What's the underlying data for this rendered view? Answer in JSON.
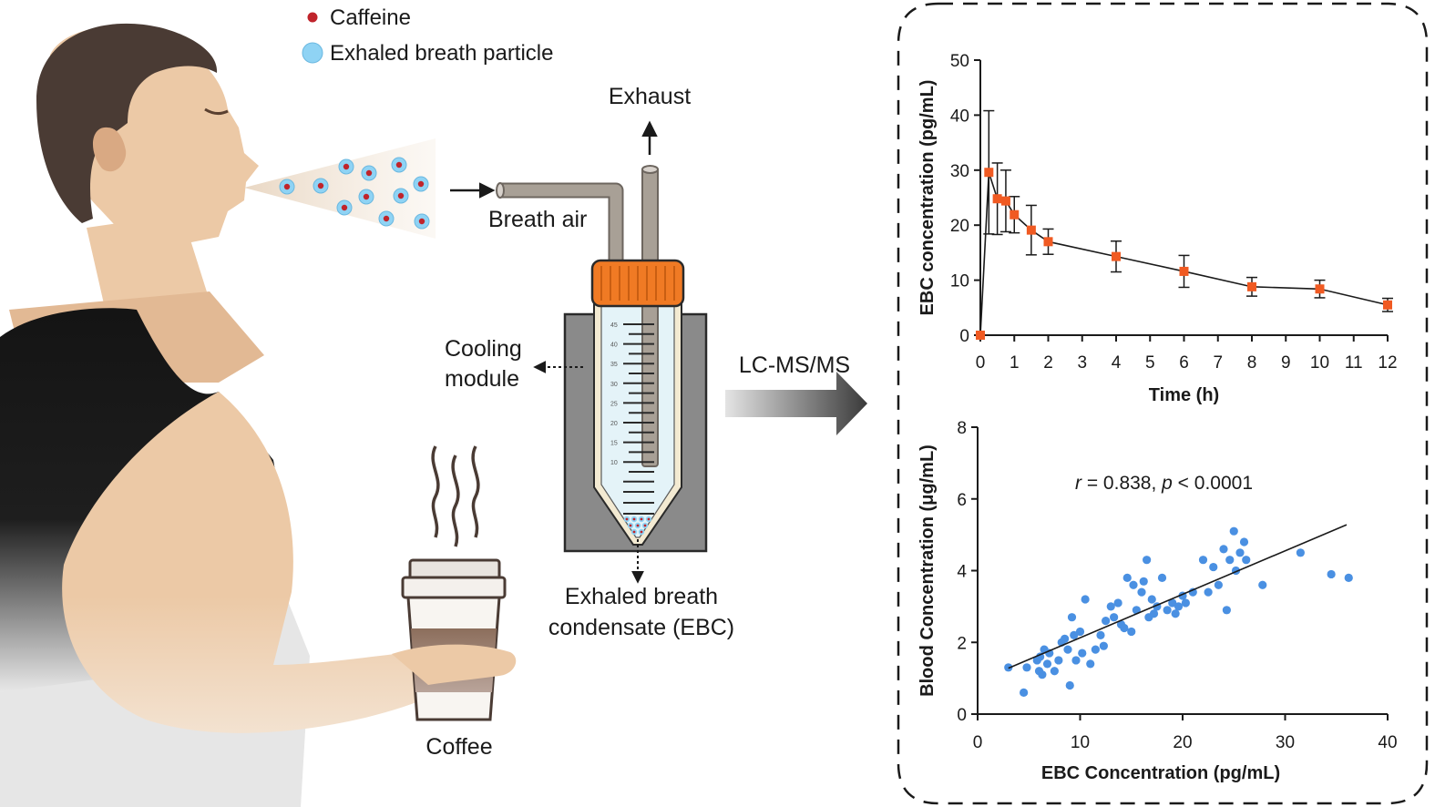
{
  "legend": {
    "caffeine": "Caffeine",
    "particle": "Exhaled breath particle",
    "caffeine_color": "#c0242b",
    "particle_color": "#8fd3f4"
  },
  "labels": {
    "exhaust": "Exhaust",
    "breath_air": "Breath air",
    "cooling_module": [
      "Cooling",
      "module"
    ],
    "ebc": [
      "Exhaled breath",
      "condensate (EBC)"
    ],
    "coffee": "Coffee",
    "lcms": "LC-MS/MS"
  },
  "tube_scale": [
    "45",
    "40",
    "35",
    "30",
    "25",
    "20",
    "15",
    "10"
  ],
  "colors": {
    "cap": "#f07a24",
    "cooler": "#8a8a8a",
    "tubing": "#a8a096",
    "skin": "#ecc9a6",
    "hair": "#4a3b34",
    "shirt": "#1a1a1a"
  },
  "chart_data": [
    {
      "type": "line",
      "xlabel": "Time (h)",
      "ylabel": "EBC concentration (pg/mL)",
      "xlim": [
        0,
        12
      ],
      "ylim": [
        0,
        50
      ],
      "xticks": [
        0,
        1,
        2,
        3,
        4,
        5,
        6,
        7,
        8,
        9,
        10,
        11,
        12
      ],
      "yticks": [
        0,
        10,
        20,
        30,
        40,
        50
      ],
      "grid": false,
      "color": "#f05a22",
      "x": [
        0,
        0.25,
        0.5,
        0.75,
        1,
        1.5,
        2,
        4,
        6,
        8,
        10,
        12
      ],
      "y": [
        0,
        29.6,
        24.8,
        24.4,
        21.9,
        19.1,
        17.0,
        14.3,
        11.6,
        8.8,
        8.4,
        5.5
      ],
      "error": [
        0,
        11.2,
        6.5,
        5.6,
        3.3,
        4.5,
        2.3,
        2.8,
        2.9,
        1.7,
        1.6,
        1.2
      ]
    },
    {
      "type": "scatter",
      "xlabel": "EBC Concentration (pg/mL)",
      "ylabel": "Blood Concentration (μg/mL)",
      "xlim": [
        0,
        40
      ],
      "ylim": [
        0,
        8
      ],
      "xticks": [
        0,
        10,
        20,
        30,
        40
      ],
      "yticks": [
        0,
        2,
        4,
        6,
        8
      ],
      "grid": false,
      "color": "#4a90e2",
      "annotation": {
        "r_sym": "r",
        "r_val": " = 0.838, ",
        "p_sym": "p",
        "p_val": " < 0.0001"
      },
      "fit": {
        "x": [
          3,
          36
        ],
        "y": [
          1.28,
          5.28
        ]
      },
      "points": [
        [
          3.0,
          1.3
        ],
        [
          4.5,
          0.6
        ],
        [
          4.8,
          1.3
        ],
        [
          5.8,
          1.5
        ],
        [
          6.0,
          1.2
        ],
        [
          6.1,
          1.6
        ],
        [
          6.3,
          1.1
        ],
        [
          6.5,
          1.8
        ],
        [
          6.8,
          1.4
        ],
        [
          7.0,
          1.7
        ],
        [
          7.5,
          1.2
        ],
        [
          7.9,
          1.5
        ],
        [
          8.2,
          2.0
        ],
        [
          8.5,
          2.1
        ],
        [
          8.8,
          1.8
        ],
        [
          9.0,
          0.8
        ],
        [
          9.2,
          2.7
        ],
        [
          9.4,
          2.2
        ],
        [
          9.6,
          1.5
        ],
        [
          10.0,
          2.3
        ],
        [
          10.2,
          1.7
        ],
        [
          10.5,
          3.2
        ],
        [
          11.0,
          1.4
        ],
        [
          11.5,
          1.8
        ],
        [
          12.0,
          2.2
        ],
        [
          12.3,
          1.9
        ],
        [
          12.5,
          2.6
        ],
        [
          13.0,
          3.0
        ],
        [
          13.3,
          2.7
        ],
        [
          13.7,
          3.1
        ],
        [
          14.0,
          2.5
        ],
        [
          14.3,
          2.4
        ],
        [
          14.6,
          3.8
        ],
        [
          15.0,
          2.3
        ],
        [
          15.2,
          3.6
        ],
        [
          15.5,
          2.9
        ],
        [
          16.0,
          3.4
        ],
        [
          16.2,
          3.7
        ],
        [
          16.5,
          4.3
        ],
        [
          16.7,
          2.7
        ],
        [
          17.0,
          3.2
        ],
        [
          17.2,
          2.8
        ],
        [
          17.5,
          3.0
        ],
        [
          18.0,
          3.8
        ],
        [
          18.5,
          2.9
        ],
        [
          19.0,
          3.1
        ],
        [
          19.3,
          2.8
        ],
        [
          19.6,
          3.0
        ],
        [
          20.0,
          3.3
        ],
        [
          20.3,
          3.1
        ],
        [
          21.0,
          3.4
        ],
        [
          22.0,
          4.3
        ],
        [
          22.5,
          3.4
        ],
        [
          23.0,
          4.1
        ],
        [
          23.5,
          3.6
        ],
        [
          24.0,
          4.6
        ],
        [
          24.3,
          2.9
        ],
        [
          24.6,
          4.3
        ],
        [
          25.0,
          5.1
        ],
        [
          25.2,
          4.0
        ],
        [
          25.6,
          4.5
        ],
        [
          26.0,
          4.8
        ],
        [
          26.2,
          4.3
        ],
        [
          27.8,
          3.6
        ],
        [
          31.5,
          4.5
        ],
        [
          34.5,
          3.9
        ],
        [
          36.2,
          3.8
        ]
      ]
    }
  ]
}
